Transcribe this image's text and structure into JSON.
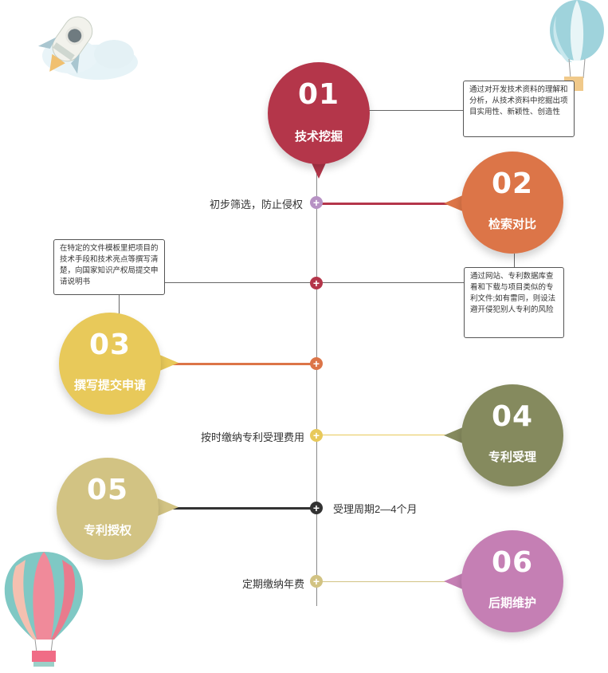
{
  "steps": [
    {
      "num": "01",
      "title": "技术挖掘",
      "color": "#b4364a",
      "note": "通过对开发技术资料的理解和分析，从技术资料中挖掘出项目实用性、新颖性、创造性"
    },
    {
      "num": "02",
      "title": "检索对比",
      "color": "#dc7548",
      "note": "通过网站、专利数据库查看和下载与项目类似的专利文件;如有雷同，则设法避开侵犯别人专利的风险"
    },
    {
      "num": "03",
      "title": "撰写提交申请",
      "color": "#e8c95a",
      "note": "在特定的文件模板里把项目的技术手段和技术亮点等撰写清楚，向国家知识产权局提交申请说明书"
    },
    {
      "num": "04",
      "title": "专利受理",
      "color": "#858a5e"
    },
    {
      "num": "05",
      "title": "专利授权",
      "color": "#d2c383"
    },
    {
      "num": "06",
      "title": "后期维护",
      "color": "#c57fb4"
    }
  ],
  "annotations": {
    "screening": "初步筛选，防止侵权",
    "fee": "按时缴纳专利受理费用",
    "cycle": "受理周期2—4个月",
    "annual": "定期缴纳年费"
  },
  "decor": [
    "rocket-illustration",
    "hot-air-balloon-top",
    "hot-air-balloon-bottom"
  ],
  "node_colors": {
    "n1": "#b792c4",
    "n2": "#b4364a",
    "n3": "#dc7548",
    "n4": "#e8c95a",
    "n5": "#333333",
    "n6": "#d2c383"
  }
}
